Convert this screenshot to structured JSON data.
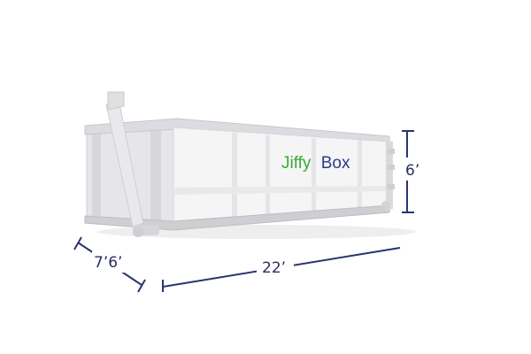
{
  "brand": {
    "word1": "Jiffy",
    "word2": "Box",
    "color1": "#3aa935",
    "color2": "#2f3c86"
  },
  "dimensions": {
    "height": "6’",
    "width": "7’6’",
    "length": "22’"
  },
  "colors": {
    "dimension_line": "#2b3370",
    "container_light": "#f4f4f5",
    "container_mid": "#e3e3e5",
    "container_dark": "#c9c9cc"
  }
}
